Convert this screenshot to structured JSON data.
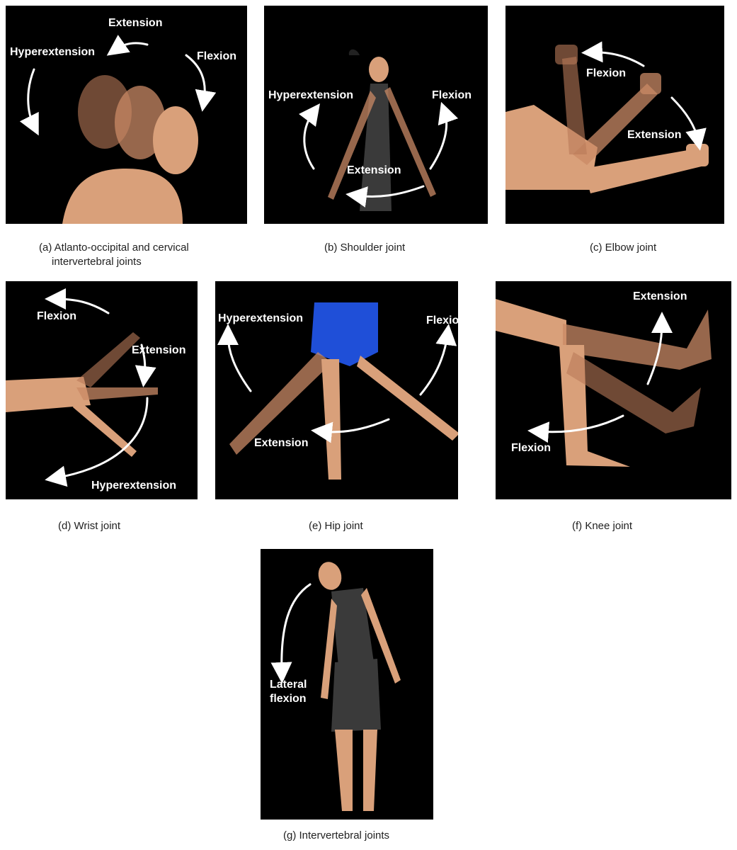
{
  "panels": {
    "a": {
      "labels": {
        "extension": "Extension",
        "hyperextension": "Hyperextension",
        "flexion": "Flexion"
      },
      "caption_line1": "(a) Atlanto-occipital and cervical",
      "caption_line2": "intervertebral joints"
    },
    "b": {
      "labels": {
        "hyperextension": "Hyperextension",
        "flexion": "Flexion",
        "extension": "Extension"
      },
      "caption": "(b) Shoulder joint"
    },
    "c": {
      "labels": {
        "flexion": "Flexion",
        "extension": "Extension"
      },
      "caption": "(c) Elbow joint"
    },
    "d": {
      "labels": {
        "flexion": "Flexion",
        "extension": "Extension",
        "hyperextension": "Hyperextension"
      },
      "caption": "(d) Wrist joint"
    },
    "e": {
      "labels": {
        "hyperextension": "Hyperextension",
        "flexion": "Flexion",
        "extension": "Extension"
      },
      "caption": "(e) Hip joint"
    },
    "f": {
      "labels": {
        "extension": "Extension",
        "flexion": "Flexion"
      },
      "caption": "(f) Knee joint"
    },
    "g": {
      "labels": {
        "lateral_line1": "Lateral",
        "lateral_line2": "flexion"
      },
      "caption": "(g) Intervertebral joints"
    }
  },
  "colors": {
    "panel_bg": "#000000",
    "skin": "#d9a07a",
    "shorts_blue": "#1f4fd8",
    "suit_gray": "#3a3a3a"
  }
}
